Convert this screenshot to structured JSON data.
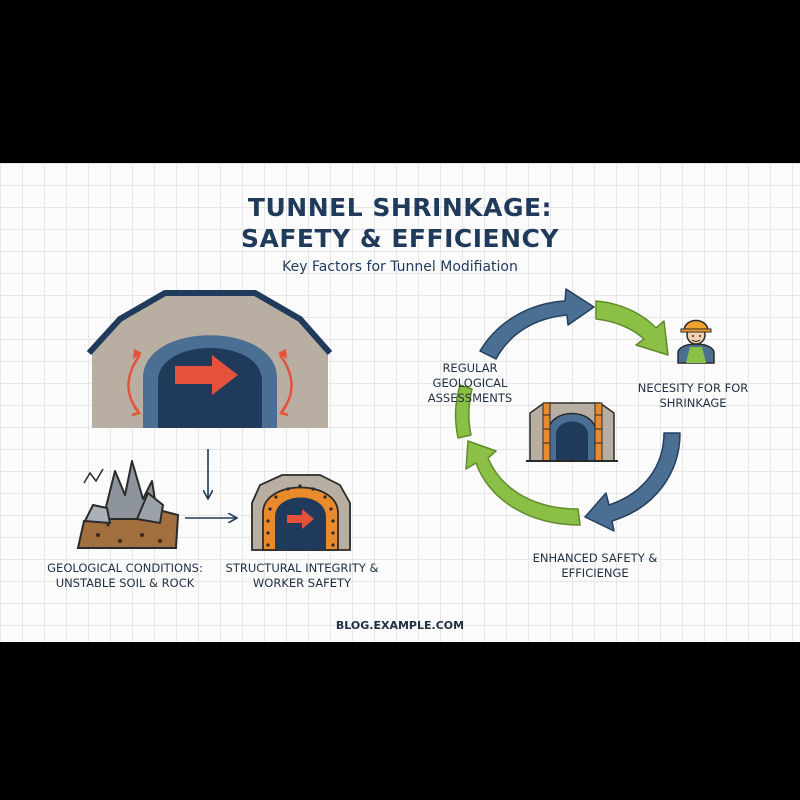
{
  "header": {
    "title_line1": "TUNNEL SHRINKAGE:",
    "title_line2": "SAFETY & EFFICIENCY",
    "subtitle": "Key Factors for Tunnel Modifiation"
  },
  "left_flow": {
    "geological_label": "GEOLOGICAL CONDITIONS: UNSTABLE SOIL & ROCK",
    "structural_label": "STRUCTURAL INTEGRITY & WORKER SAFETY"
  },
  "cycle": {
    "regular_label": "REGULAR GEOLOGICAL ASSESSMENTS",
    "necessity_label": "NECESITY FOR FOR SHRINKAGE",
    "enhanced_label": "ENHANCED SAFETY & EFFICIENGE"
  },
  "footer": {
    "text": "BLOG.EXAMPLE.COM"
  },
  "colors": {
    "navy": "#1f3a5a",
    "blue": "#4a6f92",
    "green": "#8cbf45",
    "orange": "#e98a2c",
    "red": "#e4523b",
    "stone": "#b9aea2"
  },
  "icons": [
    "tunnel-icon",
    "rock-pile-icon",
    "reinforced-tunnel-icon",
    "worker-icon",
    "supported-tunnel-icon",
    "arrow-down-icon",
    "arrow-right-icon"
  ]
}
